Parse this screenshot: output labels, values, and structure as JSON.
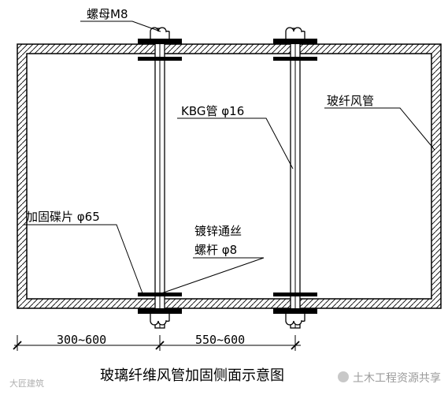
{
  "labels": {
    "nut": "螺母M8",
    "kbg_pipe": "KBG管 φ16",
    "duct": "玻纤风管",
    "washer": "加固碟片 φ65",
    "rod_line1": "镀锌通丝",
    "rod_line2": "螺杆 φ8"
  },
  "dimensions": {
    "left": "300~600",
    "right": "550~600"
  },
  "caption": "玻璃纤维风管加固侧面示意图",
  "watermark_left": "大匠建筑",
  "watermark_right": "土木工程资源共享"
}
